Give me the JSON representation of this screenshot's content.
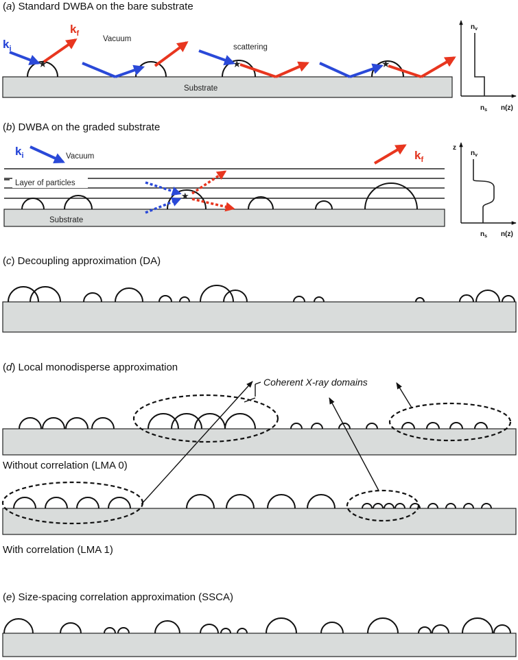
{
  "panels": {
    "a": {
      "letter": "a",
      "title": " Standard DWBA on the bare substrate",
      "vacuum": "Vacuum",
      "scattering": "scattering",
      "substrate": "Substrate",
      "ki_main": "k",
      "ki_sub": "i",
      "kf_main": "k",
      "kf_sub": "f",
      "nv_main": "n",
      "nv_sub": "v",
      "ns_main": "n",
      "ns_sub": "s",
      "nz": "n(z)"
    },
    "b": {
      "letter": "b",
      "title": " DWBA on the graded substrate",
      "vacuum": "Vacuum",
      "layer": "Layer of particles",
      "substrate": "Substrate",
      "ki_main": "k",
      "ki_sub": "i",
      "kf_main": "k",
      "kf_sub": "f",
      "z": "z",
      "nv_main": "n",
      "nv_sub": "v",
      "ns_main": "n",
      "ns_sub": "s",
      "nz": "n(z)"
    },
    "c": {
      "letter": "c",
      "title": " Decoupling approximation (DA)"
    },
    "d": {
      "letter": "d",
      "title": " Local monodisperse approximation",
      "coherent": "Coherent X-ray domains",
      "without": "Without correlation (LMA 0)",
      "with": "With correlation (LMA 1)"
    },
    "e": {
      "letter": "e",
      "title": " Size-spacing correlation approximation (SSCA)"
    }
  },
  "colors": {
    "incident": "#2a49d8",
    "scattered": "#e8361f",
    "substrate": "#d9dcdb"
  }
}
